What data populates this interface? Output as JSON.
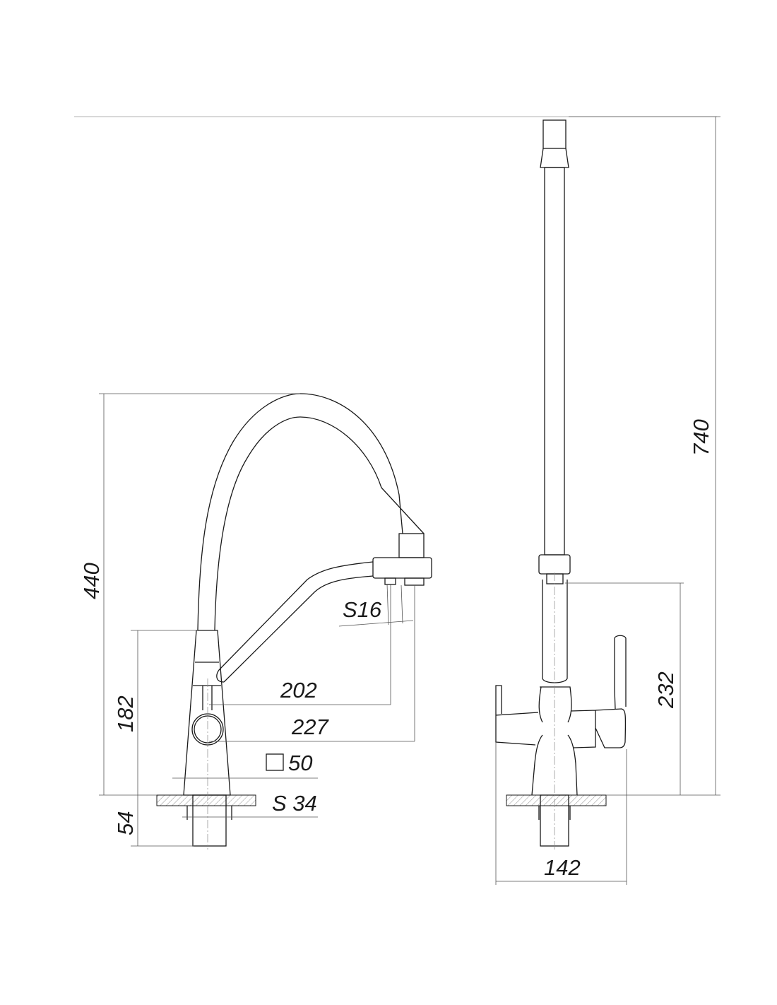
{
  "drawing": {
    "title": "Faucet dimension drawing",
    "dimensions": {
      "total_spout_height": "440",
      "body_height": "182",
      "below_counter": "54",
      "reach_202": "202",
      "reach_227": "227",
      "base_square": "50",
      "outlet_size": "S16",
      "mount_size": "S 34",
      "total_height": "740",
      "outlet_height": "232",
      "width": "142"
    }
  }
}
